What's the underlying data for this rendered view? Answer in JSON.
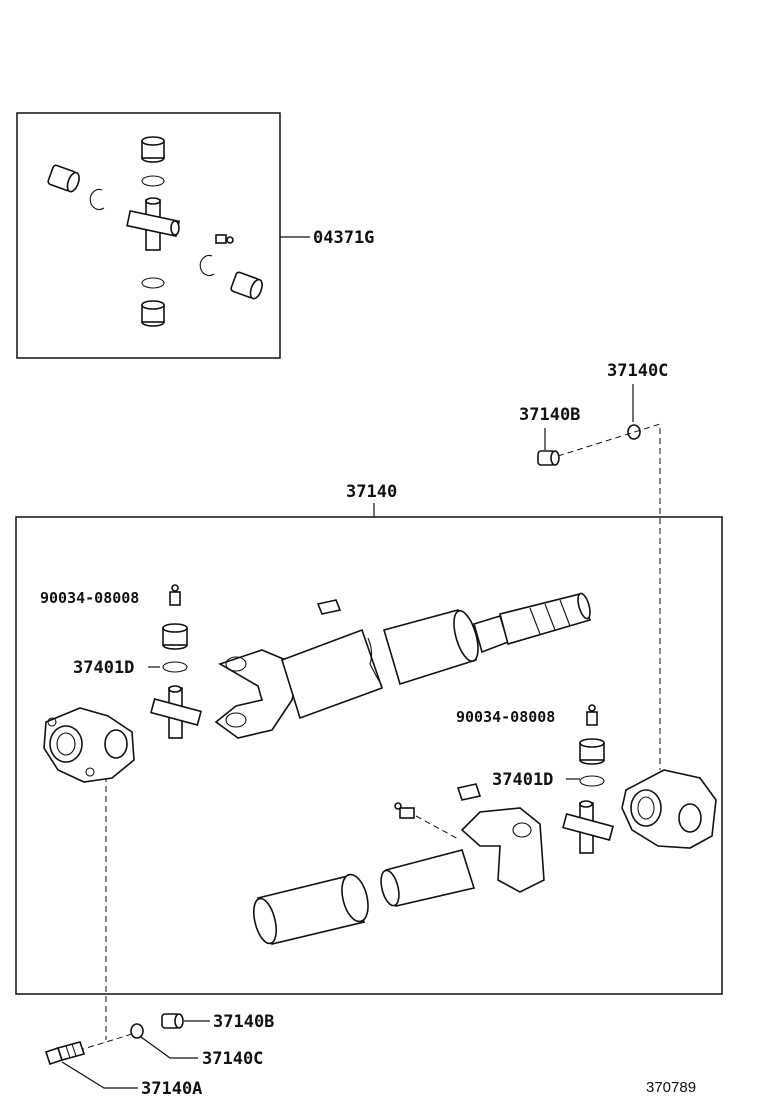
{
  "labels": {
    "kit": "04371G",
    "driveshaft": "37140",
    "bolt_a": "37140A",
    "nut_b_top": "37140B",
    "washer_c_top": "37140C",
    "nut_b_bottom": "37140B",
    "washer_c_bottom": "37140C",
    "fitting_upper": "90034-08008",
    "fitting_lower": "90034-08008",
    "spider_upper": "37401D",
    "spider_lower": "37401D"
  },
  "figure_number": "370789"
}
